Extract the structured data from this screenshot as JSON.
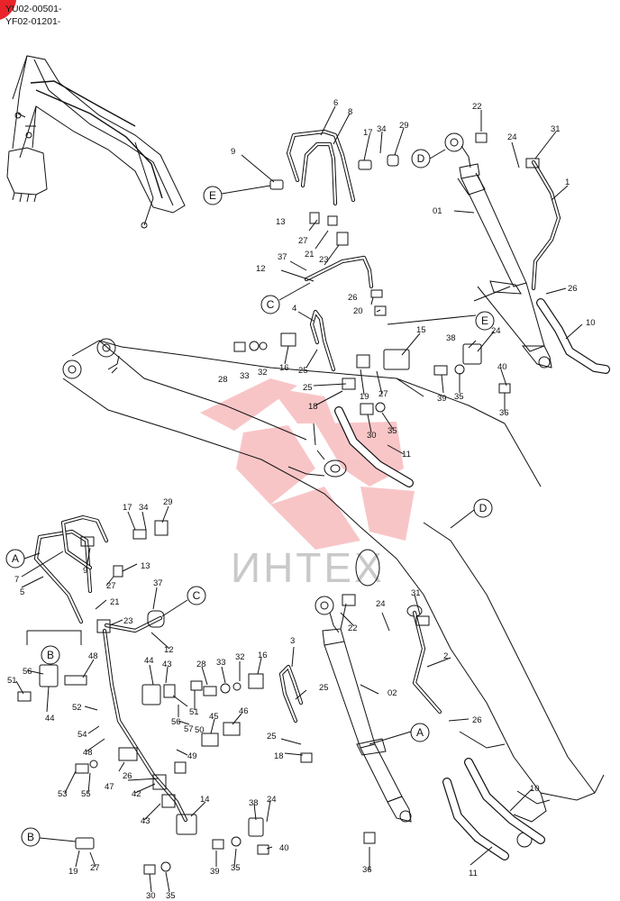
{
  "header": {
    "codes": [
      "YU02-00501-",
      "YF02-01201-"
    ]
  },
  "watermark": {
    "text": "ИНТЕХ",
    "color": "#e8242a"
  },
  "circle_labels": [
    "A",
    "B",
    "C",
    "D",
    "E"
  ],
  "parts": {
    "01": "01",
    "02": "02",
    "1": "1",
    "2": "2",
    "3": "3",
    "4": "4",
    "5": "5",
    "6": "6",
    "7": "7",
    "8": "8",
    "9": "9",
    "10": "10",
    "11": "11",
    "12": "12",
    "13": "13",
    "14": "14",
    "15": "15",
    "16": "16",
    "17": "17",
    "18": "18",
    "19": "19",
    "20": "20",
    "21": "21",
    "22": "22",
    "23": "23",
    "24": "24",
    "25": "25",
    "26": "26",
    "27": "27",
    "28": "28",
    "29": "29",
    "30": "30",
    "31": "31",
    "32": "32",
    "33": "33",
    "34": "34",
    "35": "35",
    "36": "36",
    "37": "37",
    "38": "38",
    "39": "39",
    "40": "40",
    "42": "42",
    "43": "43",
    "44": "44",
    "45": "45",
    "46": "46",
    "47": "47",
    "48": "48",
    "49": "49",
    "50": "50",
    "51": "51",
    "52": "52",
    "53": "53",
    "54": "54",
    "55": "55",
    "56": "56",
    "57": "57"
  }
}
